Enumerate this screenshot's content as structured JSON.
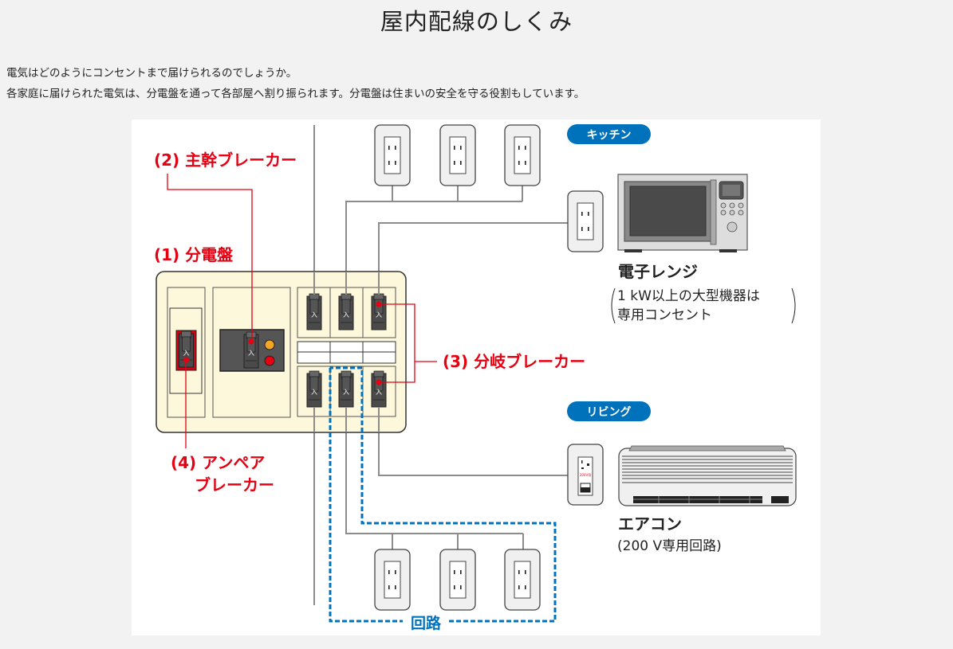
{
  "page": {
    "title": "屋内配線のしくみ",
    "intro": [
      "電気はどのようにコンセントまで届けられるのでしょうか。",
      "各家庭に届けられた電気は、分電盤を通って各部屋へ割り振られます。分電盤は住まいの安全を守る役割もしています。"
    ]
  },
  "diagram": {
    "labels": {
      "main_breaker": "(2) 主幹ブレーカー",
      "distribution_board": "(1) 分電盤",
      "branch_breaker": "(3) 分岐ブレーカー",
      "ampere_breaker_line1": "(4) アンペア",
      "ampere_breaker_line2": "ブレーカー",
      "circuit": "回路"
    },
    "breaker_switch_glyph": "入",
    "outlet_200v_label": "200V用",
    "rooms": {
      "kitchen": "キッチン",
      "living": "リビング"
    },
    "appliances": {
      "microwave": {
        "name": "電子レンジ",
        "note_line1": "1 kW以上の大型機器は",
        "note_line2": "専用コンセント"
      },
      "aircon": {
        "name": "エアコン",
        "note": "(200 V専用回路)"
      }
    },
    "colors": {
      "accent_red": "#e50012",
      "accent_blue": "#0072bc",
      "board_fill": "#fdf8dc",
      "breaker_dark": "#4a4a4a",
      "wire_gray": "#8c8c8c",
      "lamp_orange": "#f5a623"
    }
  }
}
